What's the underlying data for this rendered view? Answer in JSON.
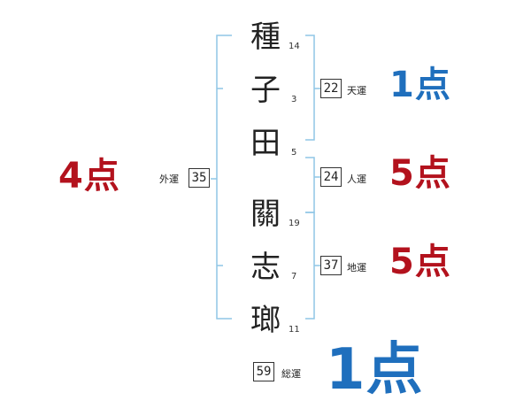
{
  "name": {
    "characters": [
      {
        "char": "種",
        "strokes": "14"
      },
      {
        "char": "子",
        "strokes": "3"
      },
      {
        "char": "田",
        "strokes": "5"
      },
      {
        "char": "關",
        "strokes": "19"
      },
      {
        "char": "志",
        "strokes": "7"
      },
      {
        "char": "瑯",
        "strokes": "11"
      }
    ]
  },
  "fortunes": {
    "tenun": {
      "label": "天運",
      "value": "22",
      "score": "1点"
    },
    "jinun": {
      "label": "人運",
      "value": "24",
      "score": "5点"
    },
    "chiun": {
      "label": "地運",
      "value": "37",
      "score": "5点"
    },
    "gaiun": {
      "label": "外運",
      "value": "35",
      "score": "4点"
    },
    "souun": {
      "label": "総運",
      "value": "59",
      "score": "1点"
    }
  },
  "colors": {
    "bracket": "#8fc6e6",
    "score_good": "#b3121d",
    "score_bad": "#1f6fbd"
  }
}
